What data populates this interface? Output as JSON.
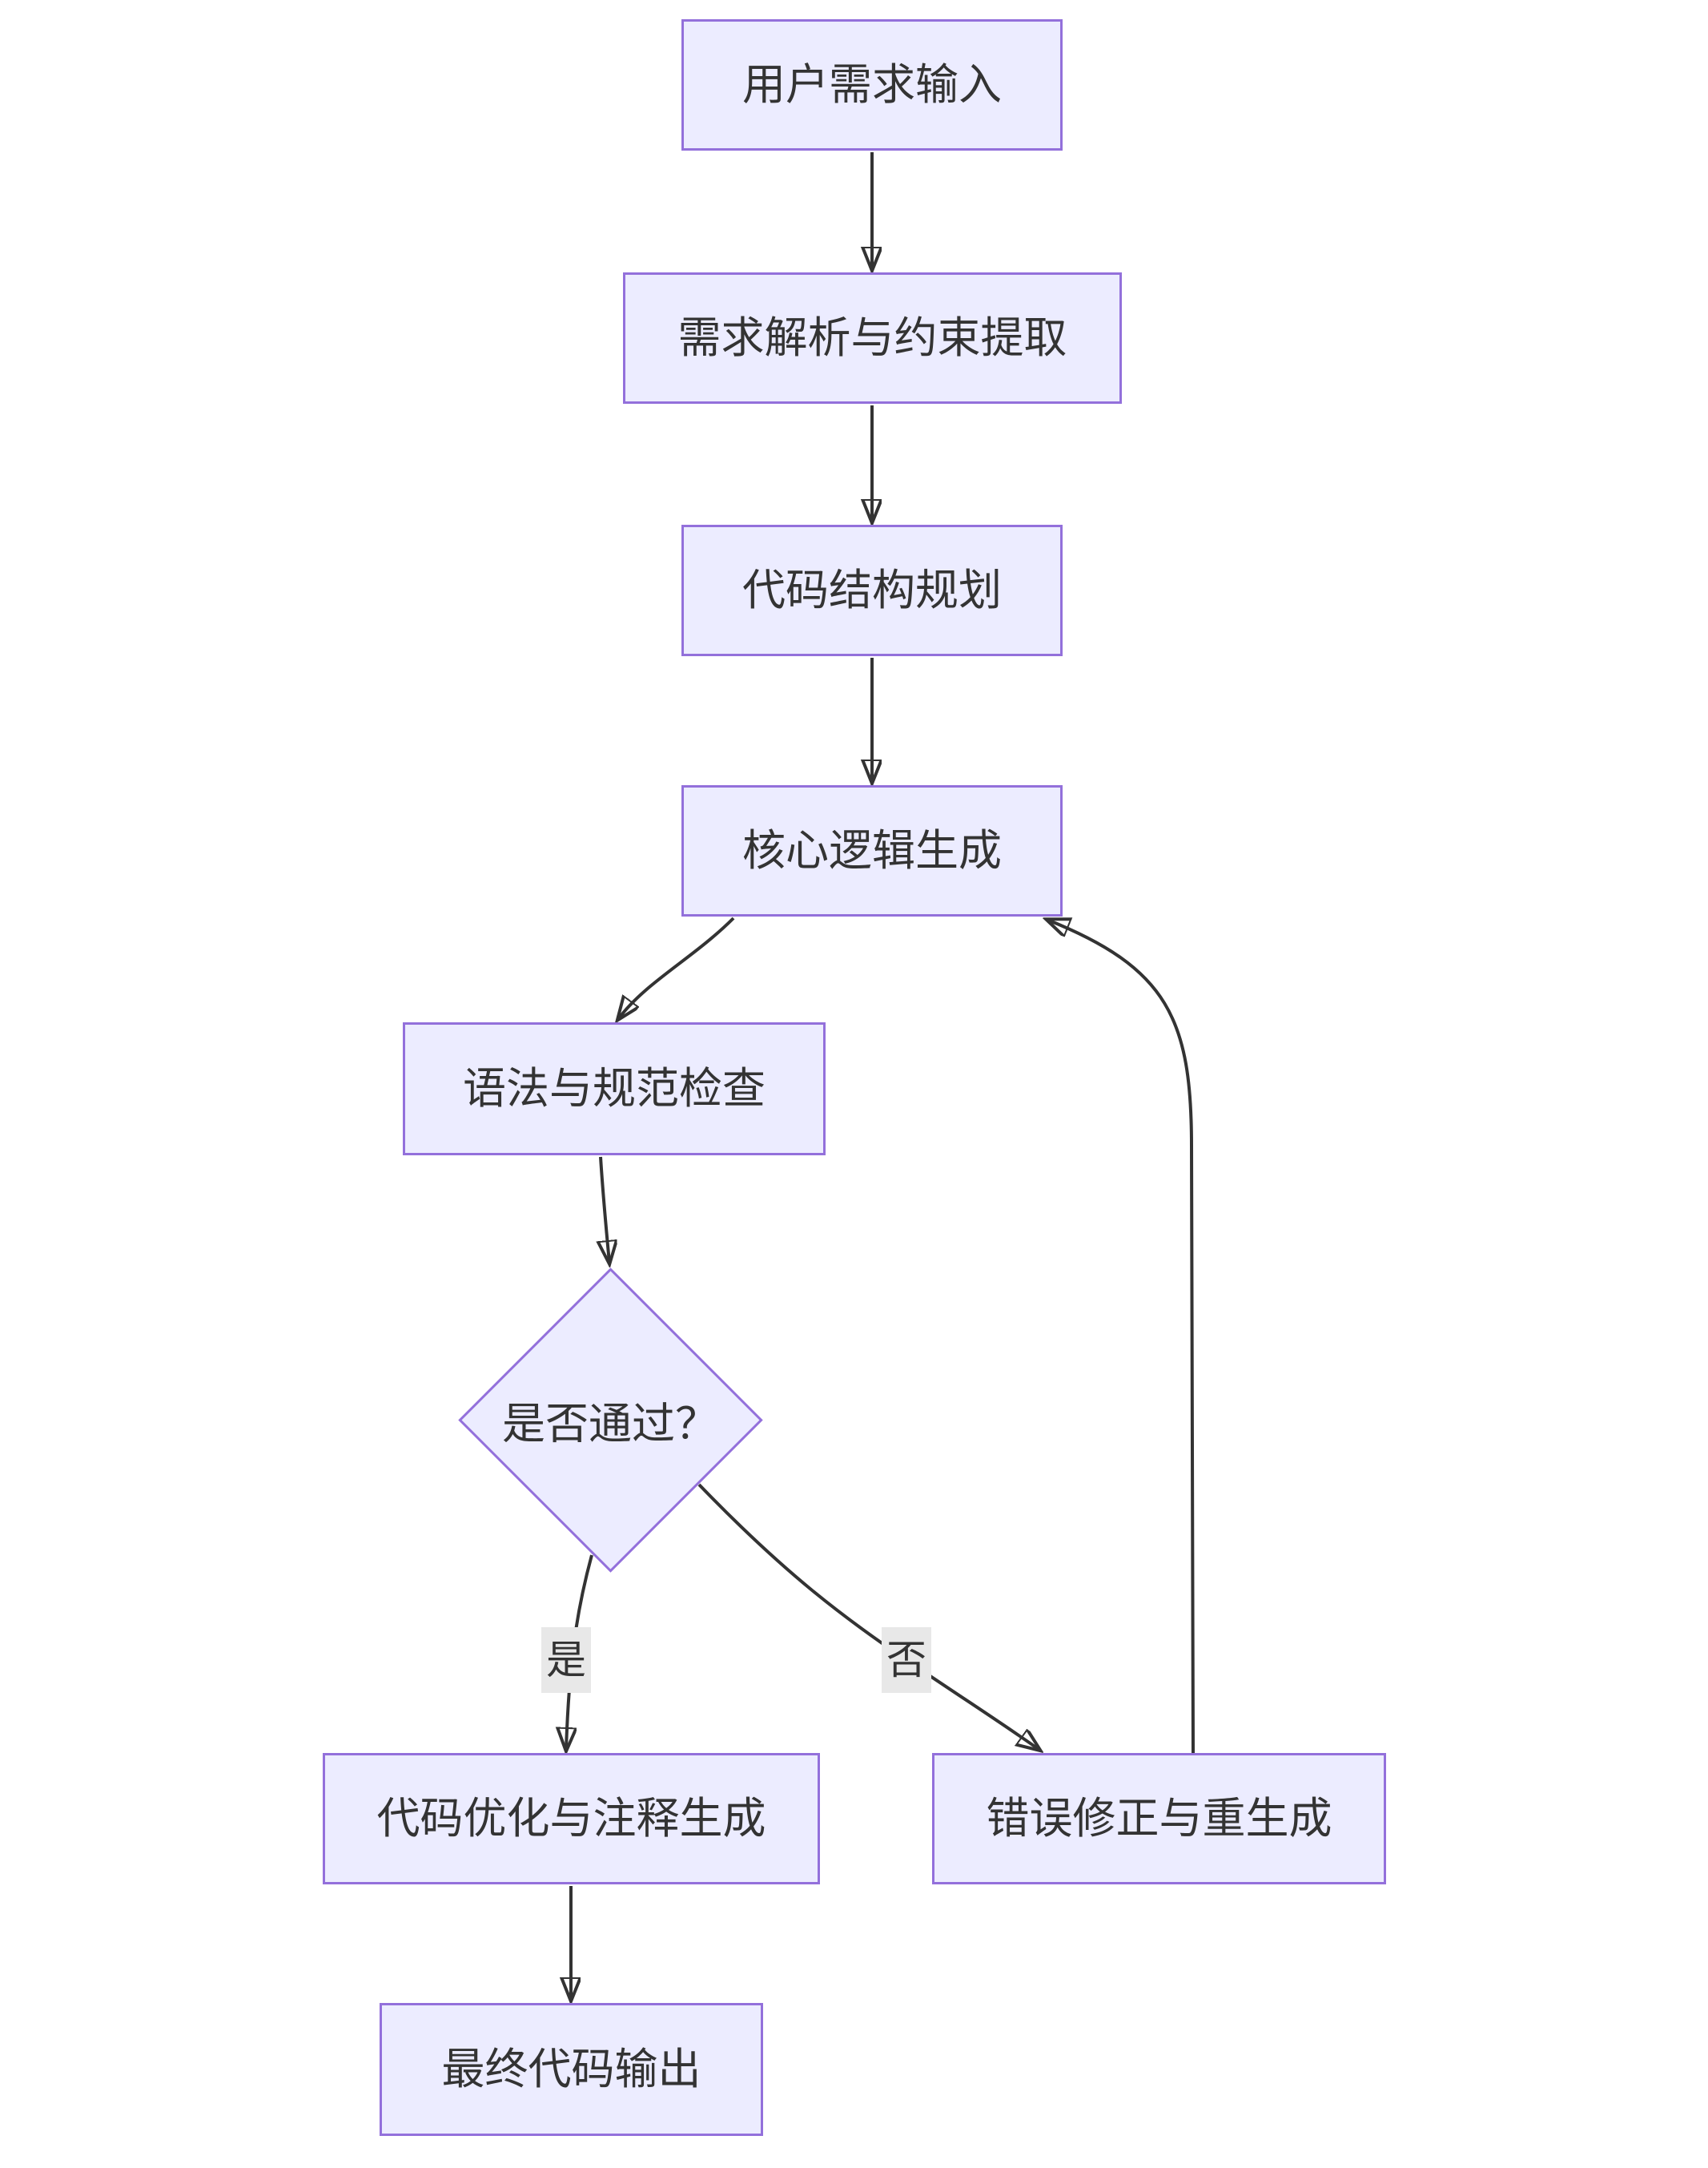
{
  "flowchart": {
    "nodes": [
      {
        "id": "A",
        "label": "用户需求输入",
        "shape": "rect"
      },
      {
        "id": "B",
        "label": "需求解析与约束提取",
        "shape": "rect"
      },
      {
        "id": "C",
        "label": "代码结构规划",
        "shape": "rect"
      },
      {
        "id": "D",
        "label": "核心逻辑生成",
        "shape": "rect"
      },
      {
        "id": "E",
        "label": "语法与规范检查",
        "shape": "rect"
      },
      {
        "id": "F",
        "label": "是否通过？",
        "shape": "diamond"
      },
      {
        "id": "G",
        "label": "代码优化与注释生成",
        "shape": "rect"
      },
      {
        "id": "H",
        "label": "错误修正与重生成",
        "shape": "rect"
      },
      {
        "id": "I",
        "label": "最终代码输出",
        "shape": "rect"
      }
    ],
    "edge_labels": {
      "yes": "是",
      "no": "否"
    },
    "colors": {
      "node_fill": "#ECECFF",
      "node_border": "#9370DB",
      "edge": "#333333",
      "edge_label_bg": "#e8e8e8",
      "text": "#333333",
      "background": "#ffffff"
    }
  }
}
